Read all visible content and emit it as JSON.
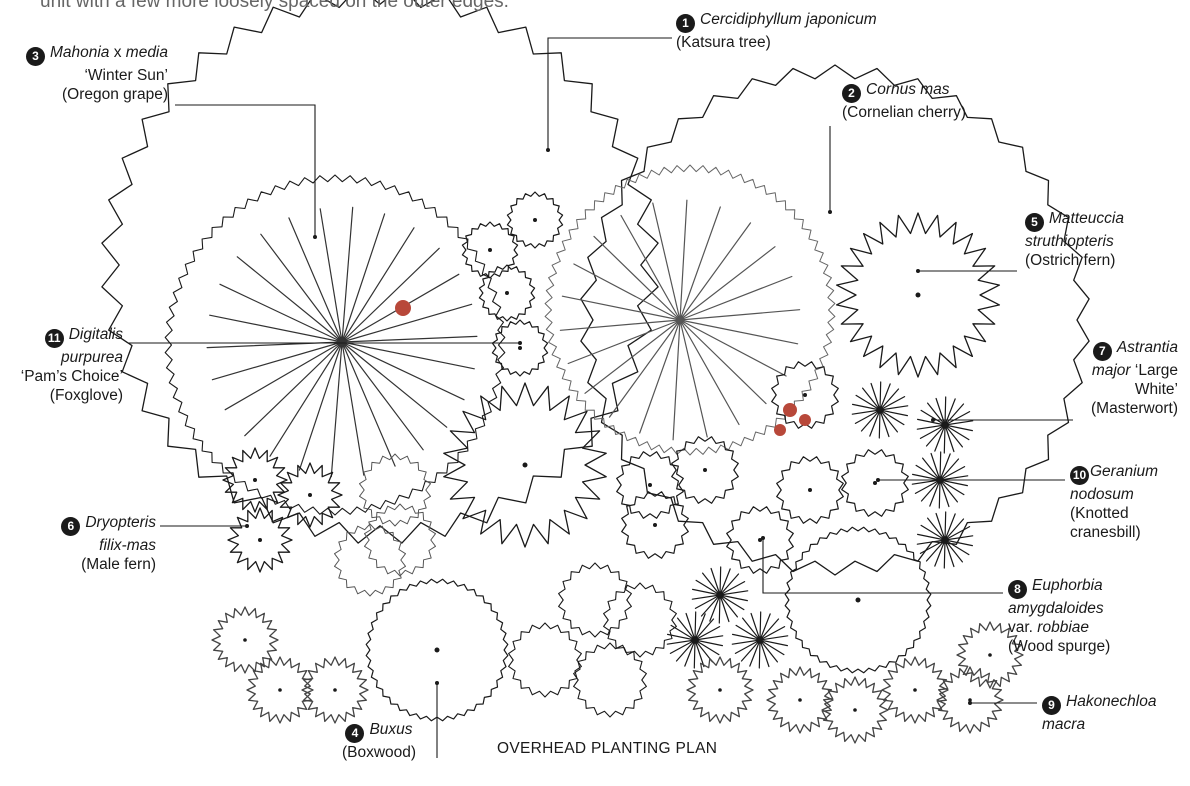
{
  "intro_text": "unit with a few more loosely spaced on the outer edges.",
  "caption": "OVERHEAD PLANTING PLAN",
  "colors": {
    "ink": "#1a1a1a",
    "berry": "#b8483a"
  },
  "plants": [
    {
      "num": "1",
      "sci": "Cercidiphyllum japonicum",
      "common": "(Katsura tree)"
    },
    {
      "num": "2",
      "sci": "Cornus mas",
      "common": "(Cornelian cherry)"
    },
    {
      "num": "3",
      "sci_a": "Mahonia",
      "sci_x": " x ",
      "sci_b": "media",
      "cultivar": "‘Winter Sun’",
      "common": "(Oregon grape)"
    },
    {
      "num": "4",
      "sci": "Buxus",
      "common": "(Boxwood)"
    },
    {
      "num": "5",
      "sci_1": "Matteuccia",
      "sci_2": "struthiopteris",
      "common": "(Ostrich fern)"
    },
    {
      "num": "6",
      "sci_1": "Dryopteris",
      "sci_2": "filix-mas",
      "common": "(Male fern)"
    },
    {
      "num": "7",
      "sci_1": "Astrantia",
      "sci_2": "major",
      "cultivar_a": "‘Large",
      "cultivar_b": "White’",
      "common": "(Masterwort)"
    },
    {
      "num": "8",
      "sci_1": "Euphorbia",
      "sci_2": "amygdaloides",
      "var_prefix": "var. ",
      "var": "robbiae",
      "common": "(Wood spurge)"
    },
    {
      "num": "9",
      "sci_1": "Hakonechloa",
      "sci_2": "macra"
    },
    {
      "num": "10",
      "sci_1": "Geranium",
      "sci_2": "nodosum",
      "common_a": "(Knotted",
      "common_b": "cranesbill)"
    },
    {
      "num": "11",
      "sci_1": "Digitalis",
      "sci_2": "purpurea",
      "cultivar": "‘Pam’s Choice’",
      "common": "(Foxglove)"
    }
  ]
}
